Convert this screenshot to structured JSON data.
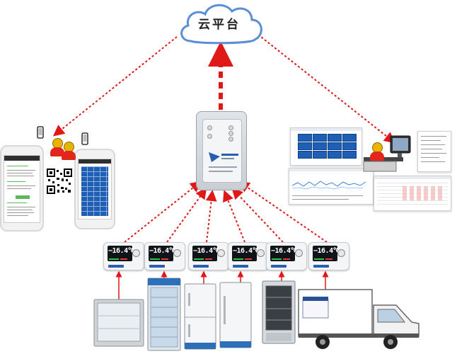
{
  "cloud": {
    "label": "云平台"
  },
  "sensors": [
    {
      "reading": "−16.4℃"
    },
    {
      "reading": "−16.4℃"
    },
    {
      "reading": "−16.4℃"
    },
    {
      "reading": "−16.4℃"
    },
    {
      "reading": "−16.4℃"
    },
    {
      "reading": "−16.4℃"
    }
  ],
  "colors": {
    "link_red": "#e01818",
    "cloud_blue": "#5a8ed6",
    "screen_dark": "#101418"
  },
  "icons": [
    "cloud-icon",
    "gateway-device",
    "smartphone-icon",
    "qr-code-icon",
    "user-icon",
    "computer-icon",
    "temperature-sensor-icon",
    "refrigerator-icon",
    "truck-icon"
  ]
}
